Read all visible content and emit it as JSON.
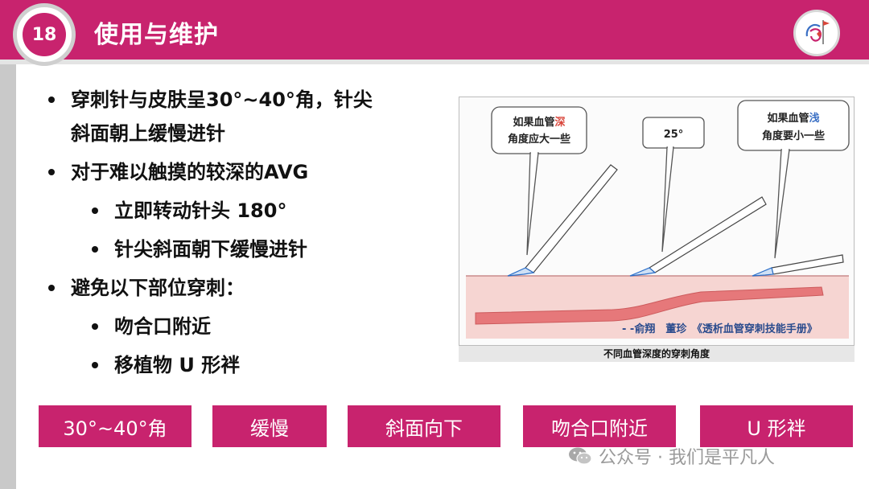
{
  "slide": {
    "number": "18",
    "title": "使用与维护"
  },
  "bullets": [
    {
      "level": 1,
      "lines": [
        "穿刺针与皮肤呈30°~40°角，针尖",
        "斜面朝上缓慢进针"
      ]
    },
    {
      "level": 1,
      "lines": [
        "对于难以触摸的较深的AVG"
      ]
    },
    {
      "level": 2,
      "lines": [
        "立即转动针头 180°"
      ]
    },
    {
      "level": 2,
      "lines": [
        "针尖斜面朝下缓慢进针"
      ]
    },
    {
      "level": 1,
      "lines": [
        "避免以下部位穿刺："
      ]
    },
    {
      "level": 2,
      "lines": [
        "吻合口附近"
      ]
    },
    {
      "level": 2,
      "lines": [
        "移植物 U 形袢"
      ]
    }
  ],
  "figure": {
    "callout_left": {
      "line1_prefix": "如果血管",
      "line1_emph": "深",
      "line2": "角度应大一些",
      "emph_color": "#d9463b"
    },
    "callout_center": {
      "text": "25°"
    },
    "callout_right": {
      "line1_prefix": "如果血管",
      "line1_emph": "浅",
      "line2": "角度要小一些",
      "emph_color": "#3a6fc4"
    },
    "citation": "- -俞翔　董珍　《透析血管穿刺技能手册》",
    "caption": "不同血管深度的穿刺角度"
  },
  "buttons": [
    "30°~40°角",
    "缓慢",
    "斜面向下",
    "吻合口附近",
    "U 形袢"
  ],
  "watermark": {
    "text": "公众号 · 我们是平凡人"
  },
  "colors": {
    "brand": "#c8236e",
    "skin": "#f6d5d2",
    "vessel": "#e6787a"
  }
}
